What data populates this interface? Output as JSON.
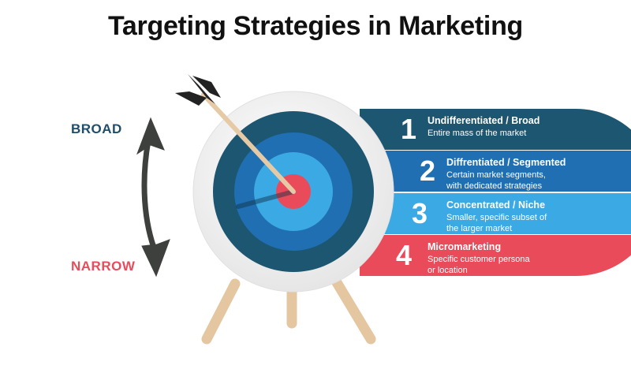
{
  "title": "Targeting Strategies in Marketing",
  "scale": {
    "top_label": "BROAD",
    "bottom_label": "NARROW",
    "top_color": "#1e4e6b",
    "bottom_color": "#e94b5b",
    "arrow_color": "#3d403c"
  },
  "strategies": [
    {
      "number": "1",
      "title": "Undifferentiated / Broad",
      "description": [
        "Entire mass of the market"
      ],
      "color": "#1d5670"
    },
    {
      "number": "2",
      "title": "Diffrentiated / Segmented",
      "description": [
        "Certain market segments,",
        "with dedicated strategies"
      ],
      "color": "#1f6fb2"
    },
    {
      "number": "3",
      "title": "Concentrated / Niche",
      "description": [
        "Smaller, specific subset of",
        "the larger market"
      ],
      "color": "#3aa9e4"
    },
    {
      "number": "4",
      "title": "Micromarketing",
      "description": [
        "Specific customer persona",
        "or location"
      ],
      "color": "#e94b5b"
    }
  ],
  "target_colors": {
    "outer": "#f3f3f3",
    "ring1": "#1d5670",
    "ring2": "#1f6fb2",
    "ring3": "#3aa9e4",
    "bullseye": "#e94b5b",
    "easel": "#e4c6a0",
    "arrow_shaft": "#e6c9a5",
    "fletching": "#222222"
  }
}
